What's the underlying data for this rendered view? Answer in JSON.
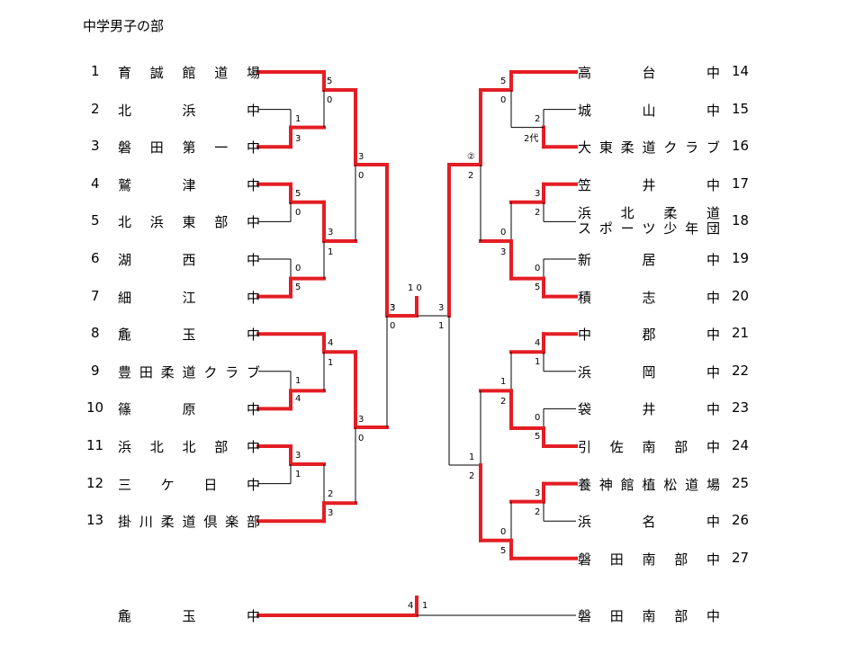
{
  "title": "中学男子の部",
  "teams": [
    {
      "no": "1",
      "name": "育誠館道場"
    },
    {
      "no": "2",
      "name": "北浜中"
    },
    {
      "no": "3",
      "name": "磐田第一中"
    },
    {
      "no": "4",
      "name": "鷲津中"
    },
    {
      "no": "5",
      "name": "北浜東部中"
    },
    {
      "no": "6",
      "name": "湖西中"
    },
    {
      "no": "7",
      "name": "細江中"
    },
    {
      "no": "8",
      "name": "麁玉中"
    },
    {
      "no": "9",
      "name": "豊田柔道クラブ"
    },
    {
      "no": "10",
      "name": "篠原中"
    },
    {
      "no": "11",
      "name": "浜北北部中"
    },
    {
      "no": "12",
      "name": "三ケ日中"
    },
    {
      "no": "13",
      "name": "掛川柔道倶楽部"
    },
    {
      "no": "14",
      "name": "高台中"
    },
    {
      "no": "15",
      "name": "城山中"
    },
    {
      "no": "16",
      "name": "大東柔道クラブ"
    },
    {
      "no": "17",
      "name": "笠井中"
    },
    {
      "no": "18",
      "name": "浜北柔道",
      "name2": "スポーツ少年団"
    },
    {
      "no": "19",
      "name": "新居中"
    },
    {
      "no": "20",
      "name": "積志中"
    },
    {
      "no": "21",
      "name": "中郡中"
    },
    {
      "no": "22",
      "name": "浜岡中"
    },
    {
      "no": "23",
      "name": "袋井中"
    },
    {
      "no": "24",
      "name": "引佐南部中"
    },
    {
      "no": "25",
      "name": "養神館植松道場"
    },
    {
      "no": "26",
      "name": "浜名中"
    },
    {
      "no": "27",
      "name": "磐田南部中"
    }
  ],
  "final": {
    "left_team": "麁玉中",
    "right_team": "磐田南部中",
    "left_score": "4",
    "right_score": "1"
  },
  "scores": {
    "L_r1_1_3_top": "5",
    "L_r1_1_3_bot": "0",
    "L_r0_2_3_top": "1",
    "L_r0_2_3_bot": "3",
    "L_r2_1_5_top": "3",
    "L_r2_1_5_bot": "0",
    "L_r0_4_5_top": "5",
    "L_r0_4_5_bot": "0",
    "L_r1_45_7_top": "3",
    "L_r1_45_7_bot": "1",
    "L_r0_6_7_top": "0",
    "L_r0_6_7_bot": "5",
    "L_sf_top": "3",
    "L_sf_bot": "0",
    "L_r1_8_10_top": "4",
    "L_r1_8_10_bot": "1",
    "L_r0_9_10_top": "1",
    "L_r0_9_10_bot": "4",
    "L_r2_8_13_top": "3",
    "L_r2_8_13_bot": "0",
    "L_r0_11_12_top": "3",
    "L_r0_11_12_bot": "1",
    "L_r1_11_13_top": "2",
    "L_r1_11_13_bot": "3",
    "C_left_top": "3",
    "C_left_bot": "0",
    "C_right_top": "3",
    "C_right_bot": "1",
    "C_mid": "1 0",
    "R_r1_14_16_top": "5",
    "R_r1_14_16_bot": "0",
    "R_r0_15_16_top": "2",
    "R_r0_15_16_bot": "2代",
    "R_r2_14_20_top": "②",
    "R_r2_14_20_bot": "2",
    "R_r0_17_18_top": "3",
    "R_r0_17_18_bot": "2",
    "R_r1_17_20_top": "0",
    "R_r1_17_20_bot": "3",
    "R_r0_19_20_top": "0",
    "R_r0_19_20_bot": "5",
    "R_r0_21_22_top": "4",
    "R_r0_21_22_bot": "1",
    "R_r1_21_24_top": "1",
    "R_r1_21_24_bot": "2",
    "R_r0_23_24_top": "0",
    "R_r0_23_24_bot": "5",
    "R_r2_21_27_top": "1",
    "R_r2_21_27_bot": "2",
    "R_r0_25_26_top": "3",
    "R_r0_25_26_bot": "2",
    "R_r1_25_27_top": "0",
    "R_r1_25_27_bot": "5"
  }
}
